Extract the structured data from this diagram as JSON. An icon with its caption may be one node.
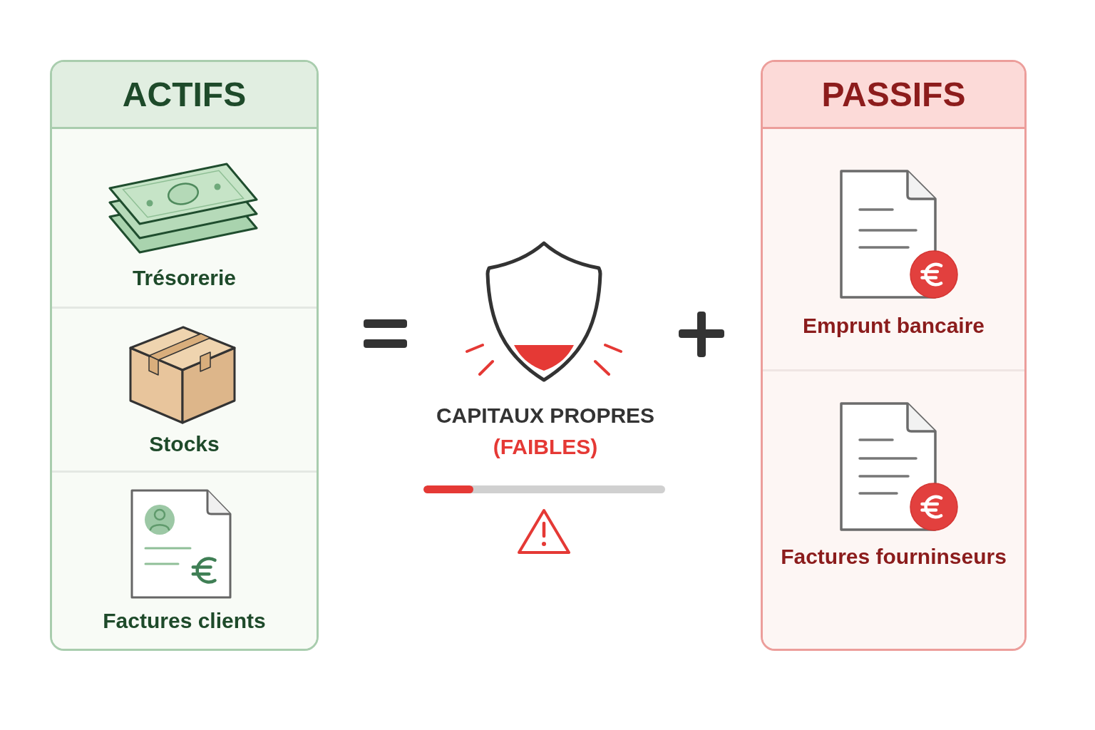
{
  "diagram": {
    "nodes": [
      {
        "text": [
          "ACTIFS"
        ]
      },
      {
        "text": [
          "Trésorerie"
        ],
        "in": 0
      },
      {
        "text": [
          "Stocks"
        ],
        "in": 0
      },
      {
        "text": [
          "Factures clients"
        ],
        "in": 0
      },
      {
        "text": [
          "PASSIFS"
        ]
      },
      {
        "text": [
          "Emprunt bancaire"
        ],
        "in": 4
      },
      {
        "text": [
          "Factures fourninseurs"
        ],
        "in": 4
      }
    ],
    "labels": [
      "CAPITAUX PROPRES",
      "(FAIBLES)"
    ]
  }
}
